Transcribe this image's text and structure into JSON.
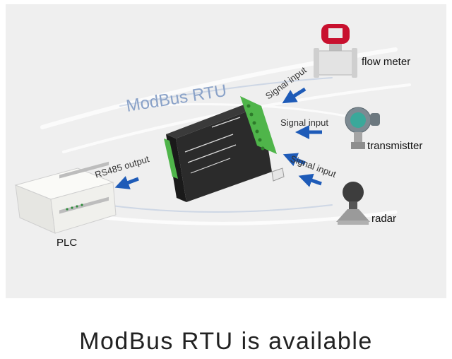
{
  "banner": {
    "text": "ModBus RTU"
  },
  "devices": {
    "flow_meter": "flow meter",
    "transmitter": "transmistter",
    "radar": "radar",
    "plc": "PLC"
  },
  "signals": {
    "top": "Signal input",
    "middle": "Signal input",
    "bottom": "Signal input",
    "output": "RS485 output"
  },
  "caption": "ModBus RTU is available",
  "colors": {
    "panel": "#efefef",
    "arrow": "#1e5bb8",
    "banner": "#8aa2c8",
    "module_body": "#2b2b2b",
    "terminal": "#4fb54a",
    "plc_body": "#f4f4f0"
  }
}
